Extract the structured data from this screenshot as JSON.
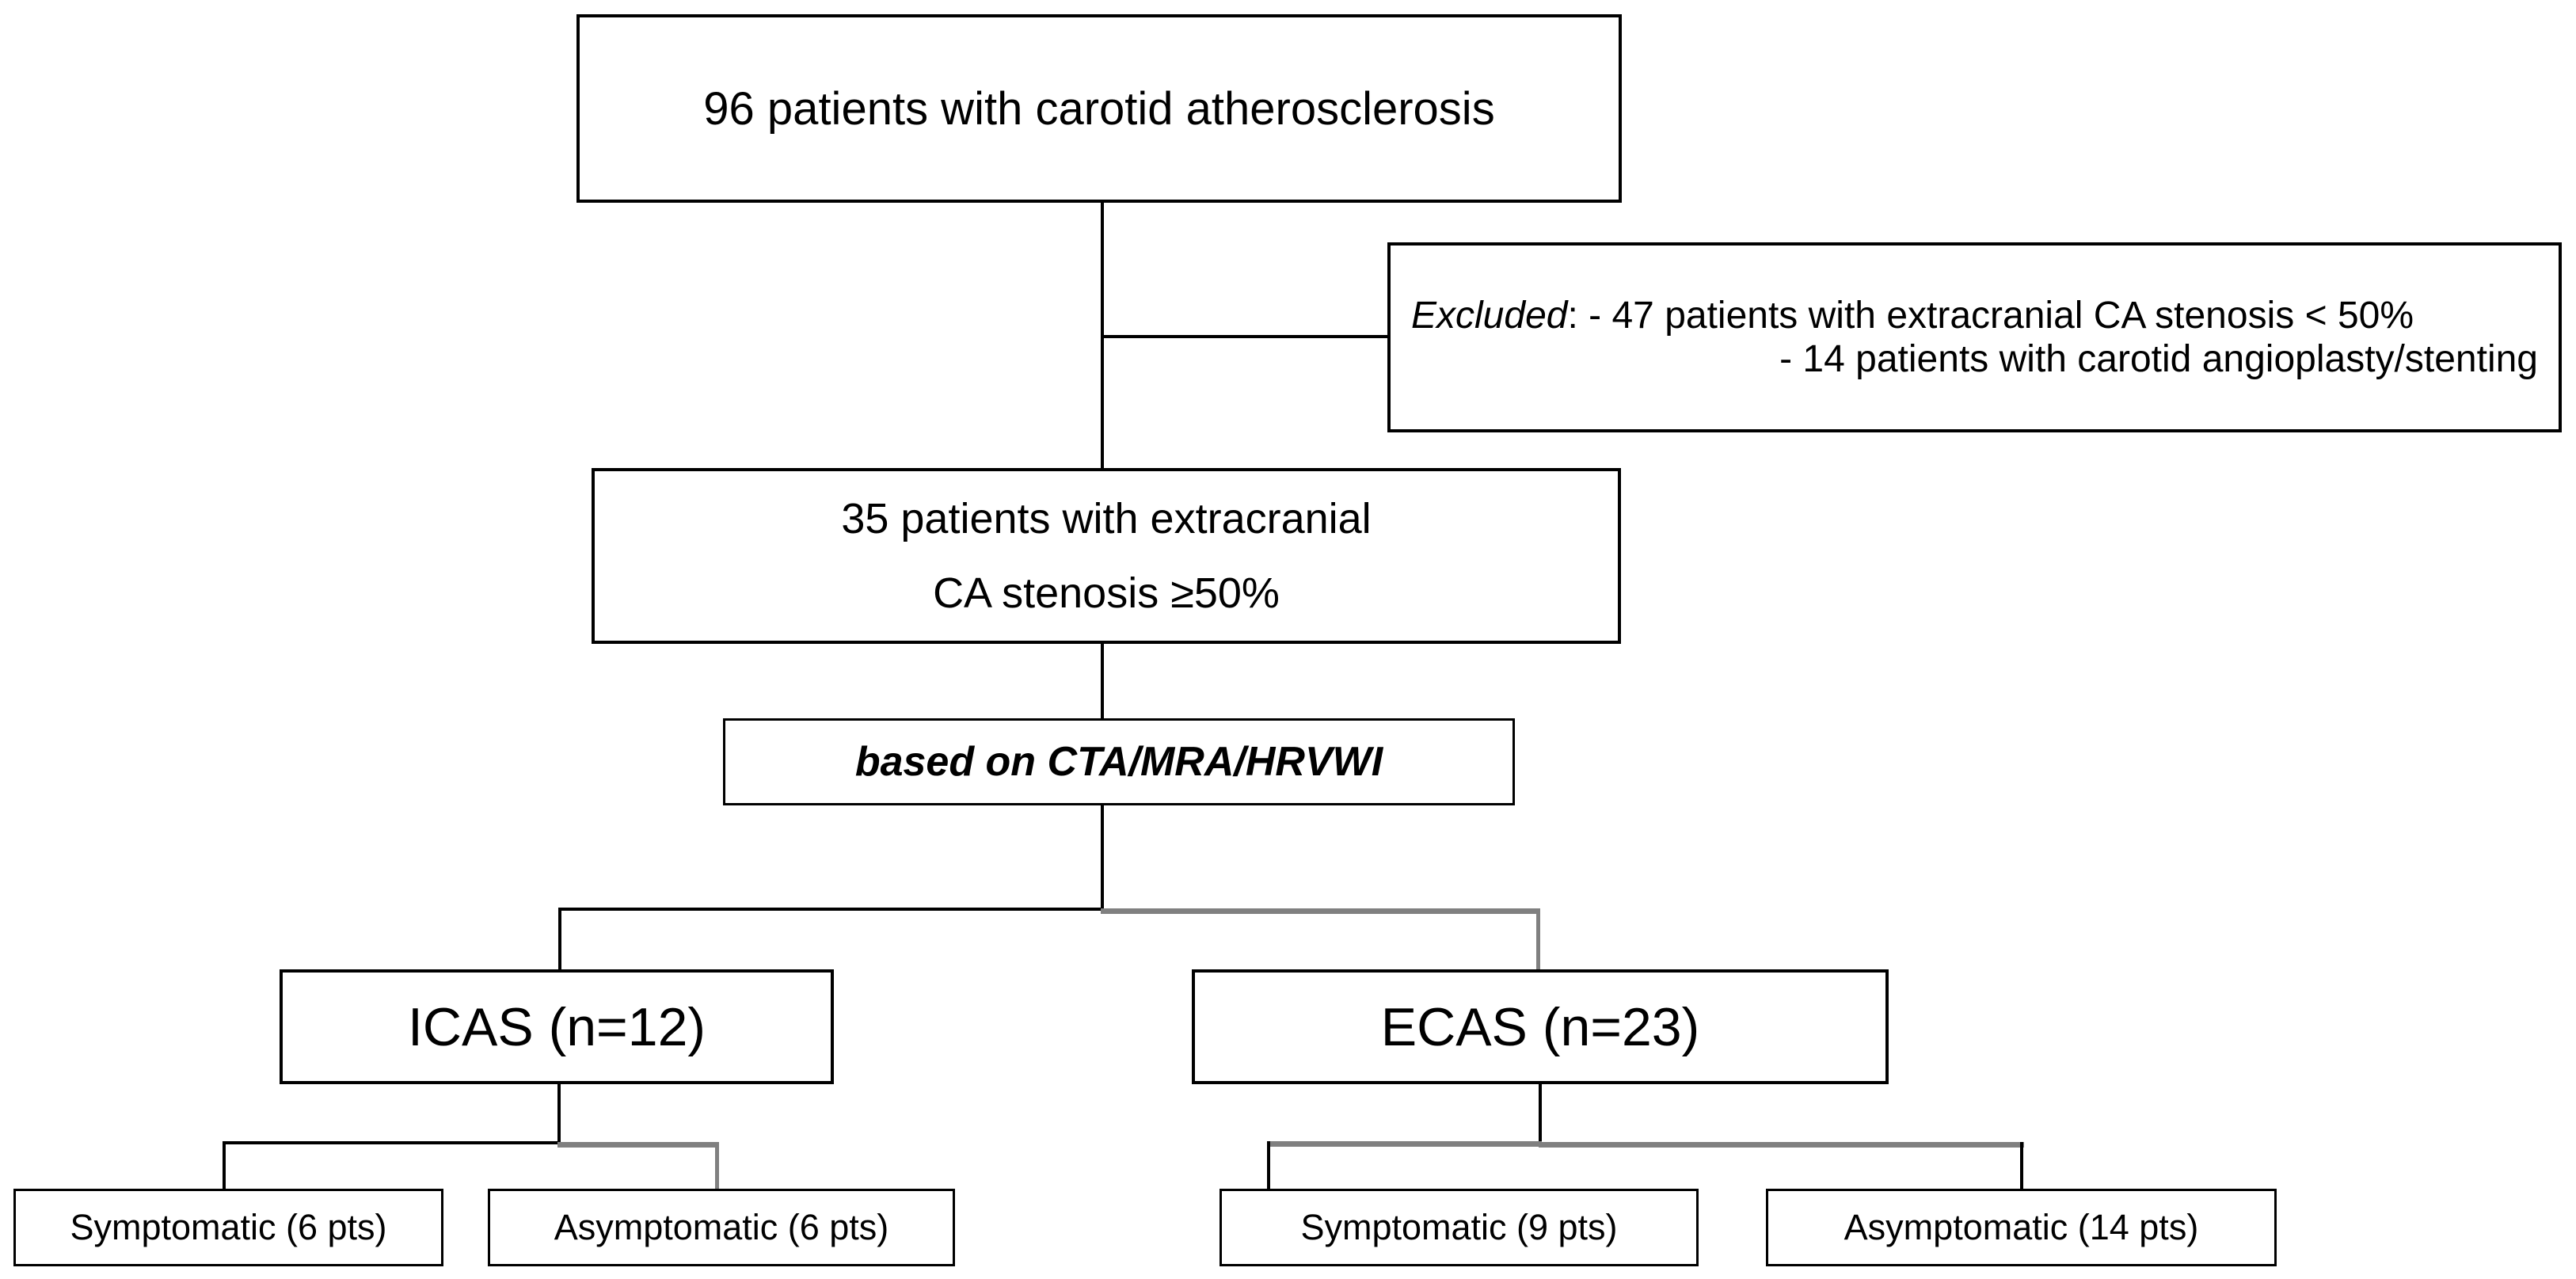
{
  "diagram": {
    "title": "Patient selection flowchart for carotid atherosclerosis study",
    "type": "flowchart",
    "colors": {
      "box_border": "#000000",
      "connector": "#000000",
      "connector_secondary": "#808080",
      "background": "#ffffff",
      "text": "#000000"
    },
    "nodes": {
      "total": {
        "label": "96 patients with carotid atherosclerosis",
        "count": 96
      },
      "excluded": {
        "heading": "Excluded",
        "heading_separator": ": ",
        "line1": "- 47 patients with extracranial CA stenosis < 50%",
        "line2": "- 14 patients with carotid angioplasty/stenting",
        "counts": [
          47,
          14
        ]
      },
      "included": {
        "line1": "35 patients with extracranial",
        "line2": "CA stenosis ≥50%",
        "count": 35
      },
      "modality": {
        "label": "based on CTA/MRA/HRVWI"
      },
      "icas": {
        "label": "ICAS (n=12)",
        "count": 12
      },
      "ecas": {
        "label": "ECAS (n=23)",
        "count": 23
      },
      "icas_symptomatic": {
        "label": "Symptomatic (6 pts)",
        "count": 6
      },
      "icas_asymptomatic": {
        "label": "Asymptomatic (6 pts)",
        "count": 6
      },
      "ecas_symptomatic": {
        "label": "Symptomatic (9 pts)",
        "count": 9
      },
      "ecas_asymptomatic": {
        "label": "Asymptomatic (14 pts)",
        "count": 14
      }
    }
  }
}
